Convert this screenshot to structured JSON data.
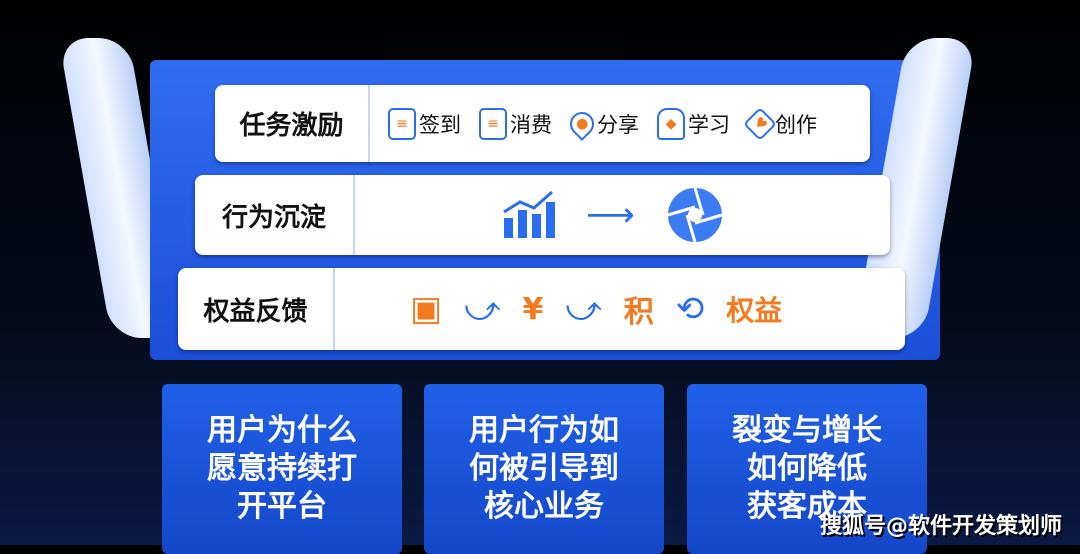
{
  "rows": [
    {
      "label": "任务激励",
      "items": [
        {
          "icon": "document-check-icon",
          "label": "签到"
        },
        {
          "icon": "receipt-icon",
          "label": "消费"
        },
        {
          "icon": "location-pin-icon",
          "label": "分享"
        },
        {
          "icon": "trophy-icon",
          "label": "学习"
        },
        {
          "icon": "heart-diamond-icon",
          "label": "创作"
        }
      ]
    },
    {
      "label": "行为沉淀",
      "icons": [
        "bar-chart-trend-icon",
        "arrow-right-icon",
        "aperture-icon"
      ]
    },
    {
      "label": "权益反馈",
      "icons": [
        "gift-box-check-icon",
        "yen-shop-check-icon",
        "points-icon",
        "benefits-icon"
      ],
      "points_text": "积",
      "benefits_text": "权益"
    }
  ],
  "cards": [
    {
      "lines": [
        "用户为什么",
        "愿意持续打",
        "开平台"
      ]
    },
    {
      "lines": [
        "用户行为如",
        "何被引导到",
        "核心业务"
      ]
    },
    {
      "lines": [
        "裂变与增长",
        "如何降低",
        "获客成本"
      ]
    }
  ],
  "watermark": "搜狐号@软件开发策划师",
  "colors": {
    "accent": "#2a6ef0",
    "orange": "#f47a1f"
  }
}
